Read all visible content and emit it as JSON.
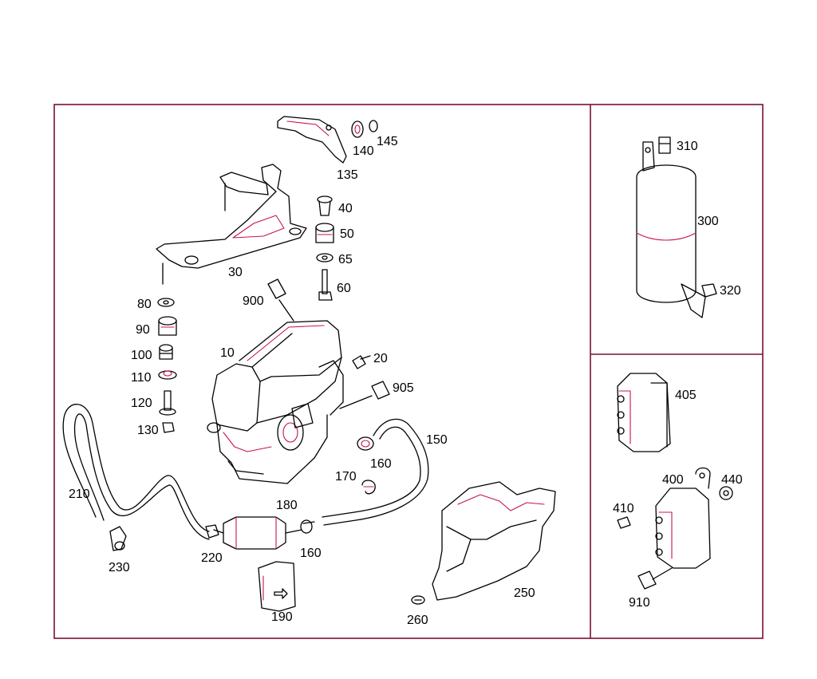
{
  "diagram": {
    "labels": {
      "p10": "10",
      "p20": "20",
      "p30": "30",
      "p40": "40",
      "p50": "50",
      "p60": "60",
      "p65": "65",
      "p80": "80",
      "p90": "90",
      "p100": "100",
      "p110": "110",
      "p120": "120",
      "p130": "130",
      "p135": "135",
      "p140": "140",
      "p145": "145",
      "p150": "150",
      "p160a": "160",
      "p160b": "160",
      "p170": "170",
      "p180": "180",
      "p190": "190",
      "p210": "210",
      "p220": "220",
      "p230": "230",
      "p250": "250",
      "p260": "260",
      "p300": "300",
      "p310": "310",
      "p320": "320",
      "p400": "400",
      "p405": "405",
      "p410": "410",
      "p440": "440",
      "p900": "900",
      "p905": "905",
      "p910": "910"
    }
  }
}
